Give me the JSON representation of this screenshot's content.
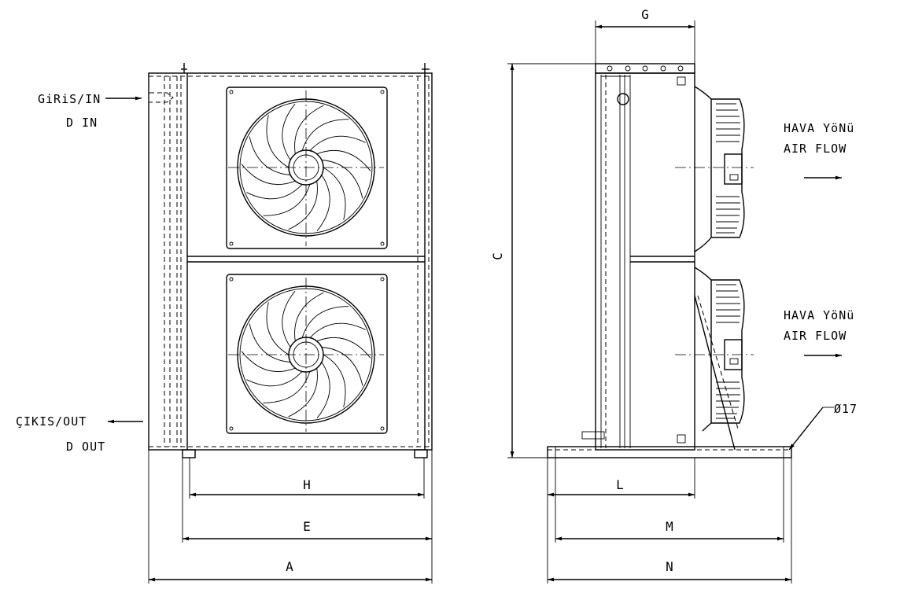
{
  "labels": {
    "inlet_label": "GiRiS/IN",
    "inlet_diameter": "D IN",
    "outlet_label": "ÇIKIS/OUT",
    "outlet_diameter": "D OUT",
    "airflow_top_tr": "HAVA YöNü",
    "airflow_top_en": "AIR FLOW",
    "airflow_bottom_tr": "HAVA YöNü",
    "airflow_bottom_en": "AIR FLOW",
    "hole_diameter": "Ø17"
  },
  "dimensions": {
    "A": "A",
    "E": "E",
    "H": "H",
    "C": "C",
    "G": "G",
    "L": "L",
    "M": "M",
    "N": "N"
  },
  "diagram": {
    "views": [
      "front-view",
      "side-view"
    ],
    "fan_count": 2,
    "blade_count": 14
  }
}
